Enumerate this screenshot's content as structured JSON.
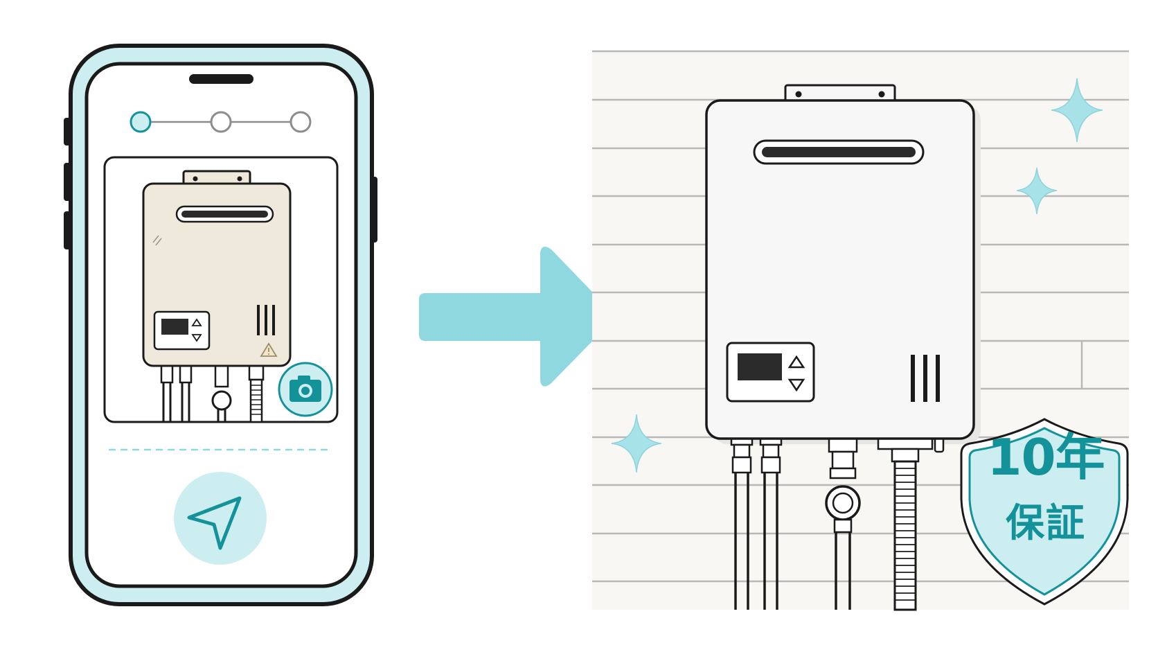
{
  "colors": {
    "outline": "#1a1a1a",
    "accent_light": "#cdeef1",
    "accent": "#8fd8e0",
    "accent_dark": "#13929a",
    "wall": "#f8f7f3",
    "wall_lines": "#b8b8b8",
    "old_heater_body": "#efe9dc",
    "new_heater_body": "#f7f7f7",
    "sparkle": "#a6e2e8"
  },
  "phone": {
    "progress_steps": [
      {
        "state": "active"
      },
      {
        "state": "inactive"
      },
      {
        "state": "inactive"
      }
    ],
    "camera_button_icon": "camera-icon",
    "send_button_icon": "send-arrow-icon"
  },
  "arrow_icon": "right-arrow-icon",
  "warranty_badge": {
    "icon": "shield-icon",
    "line1": "10年",
    "line2": "保証"
  }
}
